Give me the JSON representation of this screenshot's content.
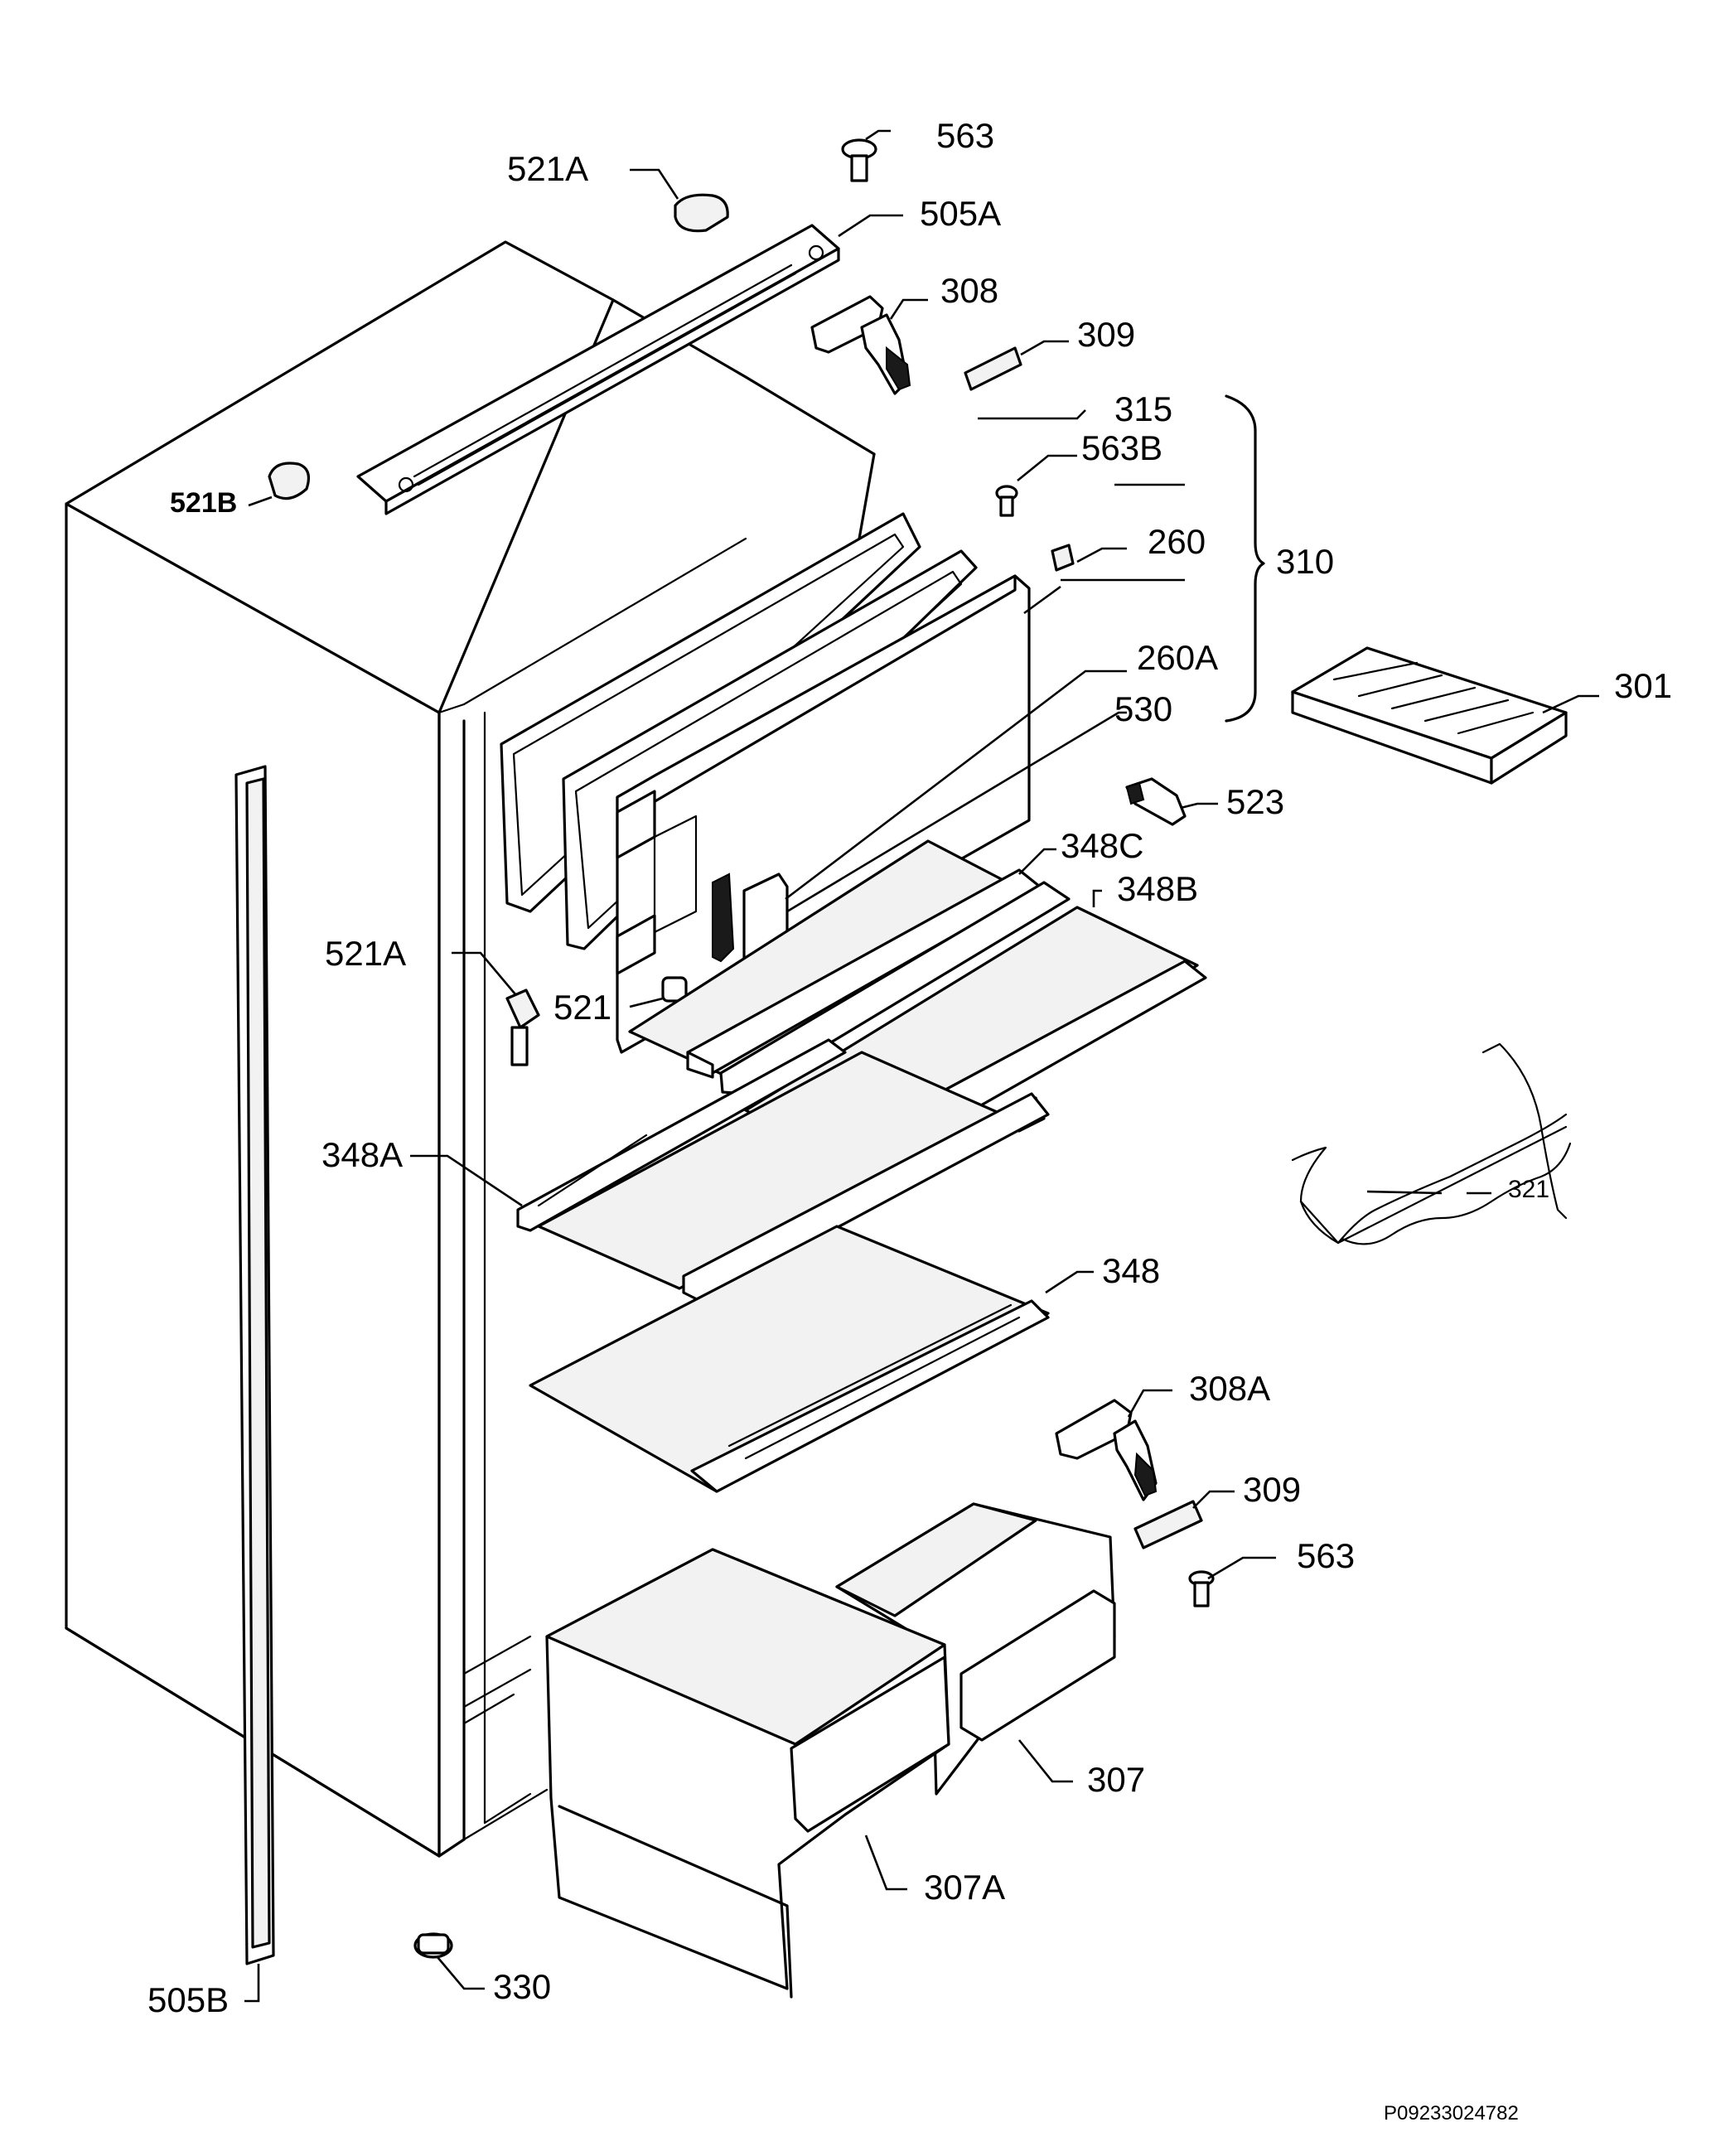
{
  "drawing_code": "P09233024782",
  "labels": {
    "p563_top": "563",
    "p521A_top": "521A",
    "p505A": "505A",
    "p308": "308",
    "p309_top": "309",
    "p315": "315",
    "p563B": "563B",
    "p521B": "521B",
    "p260": "260",
    "p310": "310",
    "p260A": "260A",
    "p301": "301",
    "p530": "530",
    "p523": "523",
    "p348C": "348C",
    "p348B": "348B",
    "p521A_mid": "521A",
    "p521": "521",
    "p321": "321",
    "p348A": "348A",
    "p348": "348",
    "p308A": "308A",
    "p309_bot": "309",
    "p563_bot": "563",
    "p307": "307",
    "p307A": "307A",
    "p505B": "505B",
    "p330": "330"
  }
}
